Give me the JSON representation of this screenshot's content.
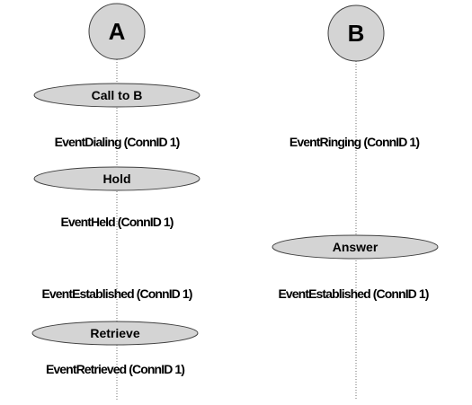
{
  "colors": {
    "node_fill": "#d4d4d4",
    "stroke": "#404040",
    "lifeline": "#707070",
    "text": "#000000"
  },
  "parties": [
    {
      "label": "A"
    },
    {
      "label": "B"
    }
  ],
  "actions": [
    {
      "party": "A",
      "label": "Call to B"
    },
    {
      "party": "A",
      "label": "Hold"
    },
    {
      "party": "B",
      "label": "Answer"
    },
    {
      "party": "A",
      "label": "Retrieve"
    }
  ],
  "events": [
    {
      "party": "A",
      "label": "EventDialing (ConnID 1)"
    },
    {
      "party": "B",
      "label": "EventRinging (ConnID 1)"
    },
    {
      "party": "A",
      "label": "EventHeld (ConnID 1)"
    },
    {
      "party": "A",
      "label": "EventEstablished (ConnID 1)"
    },
    {
      "party": "B",
      "label": "EventEstablished (ConnID 1)"
    },
    {
      "party": "A",
      "label": "EventRetrieved (ConnID 1)"
    }
  ]
}
